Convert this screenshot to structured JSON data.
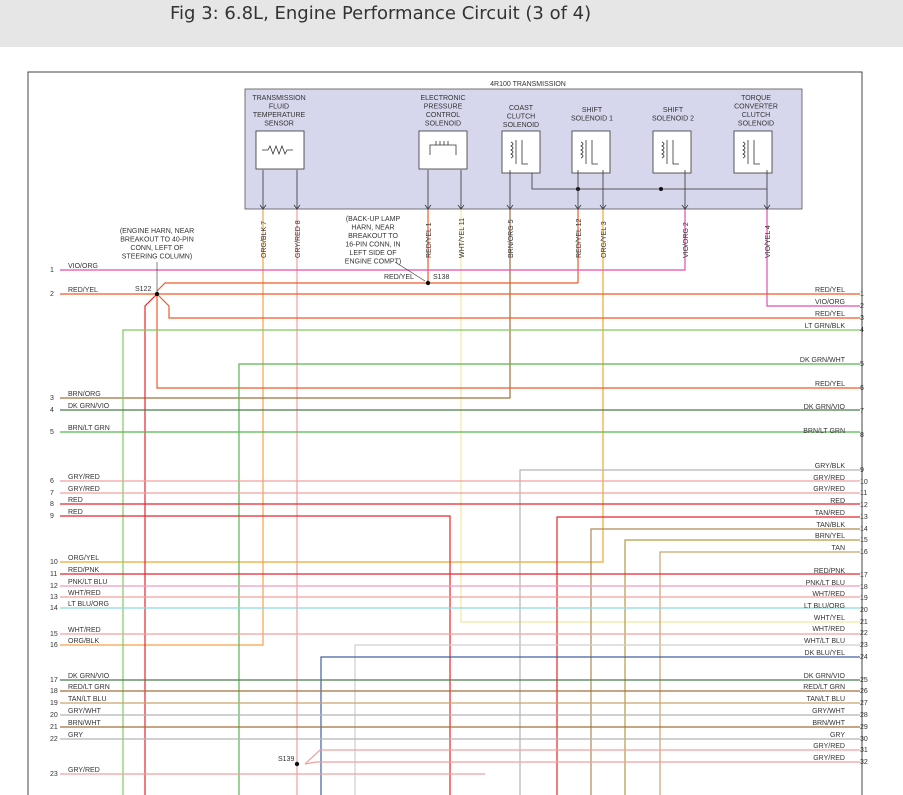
{
  "title": "Fig 3: 6.8L, Engine Performance Circuit (3 of 4)",
  "transmission_label": "4R100 TRANSMISSION",
  "components": [
    {
      "name": "tft-sensor",
      "lines": [
        "TRANSMISSION",
        "FLUID",
        "TEMPERATURE",
        "SENSOR"
      ]
    },
    {
      "name": "epc-solenoid",
      "lines": [
        "ELECTRONIC",
        "PRESSURE",
        "CONTROL",
        "SOLENOID"
      ]
    },
    {
      "name": "coast-clutch-solenoid",
      "lines": [
        "COAST",
        "CLUTCH",
        "SOLENOID"
      ]
    },
    {
      "name": "shift-solenoid-1",
      "lines": [
        "SHIFT",
        "SOLENOID 1"
      ]
    },
    {
      "name": "shift-solenoid-2",
      "lines": [
        "SHIFT",
        "SOLENOID 2"
      ]
    },
    {
      "name": "tcc-solenoid",
      "lines": [
        "TORQUE",
        "CONVERTER",
        "CLUTCH",
        "SOLENOID"
      ]
    }
  ],
  "trans_pins": [
    {
      "label": "ORG/BLK",
      "pin": "7"
    },
    {
      "label": "GRY/RED",
      "pin": "8"
    },
    {
      "label": "RED/YEL",
      "pin": "1"
    },
    {
      "label": "WHT/YEL",
      "pin": "11"
    },
    {
      "label": "BRN/ORG",
      "pin": "5"
    },
    {
      "label": "RED/YEL",
      "pin": "12"
    },
    {
      "label": "ORG/YEL",
      "pin": "3"
    },
    {
      "label": "VIO/ORG",
      "pin": "2"
    },
    {
      "label": "VIO/YEL",
      "pin": "4"
    }
  ],
  "notes": {
    "engine_harness": [
      "(ENGINE HARN, NEAR",
      "BREAKOUT TO 40-PIN",
      "CONN, LEFT OF",
      "STEERING COLUMN)"
    ],
    "backup_lamp": [
      "(BACK-UP LAMP",
      "HARN, NEAR",
      "BREAKOUT TO",
      "16-PIN CONN, IN",
      "LEFT SIDE OF",
      "ENGINE COMPT)"
    ]
  },
  "splices": {
    "s122": "S122",
    "s138": "S138",
    "s139": "S139",
    "s138_wire": "RED/YEL"
  },
  "left_rows": [
    {
      "pin": "1",
      "label": "VIO/ORG"
    },
    {
      "pin": "2",
      "label": "RED/YEL"
    },
    {
      "pin": "3",
      "label": "BRN/ORG"
    },
    {
      "pin": "4",
      "label": "DK GRN/VIO"
    },
    {
      "pin": "5",
      "label": "BRN/LT GRN"
    },
    {
      "pin": "6",
      "label": "GRY/RED"
    },
    {
      "pin": "7",
      "label": "GRY/RED"
    },
    {
      "pin": "8",
      "label": "RED"
    },
    {
      "pin": "9",
      "label": "RED"
    },
    {
      "pin": "10",
      "label": "ORG/YEL"
    },
    {
      "pin": "11",
      "label": "RED/PNK"
    },
    {
      "pin": "12",
      "label": "PNK/LT BLU"
    },
    {
      "pin": "13",
      "label": "WHT/RED"
    },
    {
      "pin": "14",
      "label": "LT BLU/ORG"
    },
    {
      "pin": "15",
      "label": "WHT/RED"
    },
    {
      "pin": "16",
      "label": "ORG/BLK"
    },
    {
      "pin": "17",
      "label": "DK GRN/VIO"
    },
    {
      "pin": "18",
      "label": "RED/LT GRN"
    },
    {
      "pin": "19",
      "label": "TAN/LT BLU"
    },
    {
      "pin": "20",
      "label": "GRY/WHT"
    },
    {
      "pin": "21",
      "label": "BRN/WHT"
    },
    {
      "pin": "22",
      "label": "GRY"
    },
    {
      "pin": "23",
      "label": "GRY/RED"
    }
  ],
  "right_rows": [
    {
      "pin": "1",
      "label": "RED/YEL"
    },
    {
      "pin": "2",
      "label": "VIO/ORG"
    },
    {
      "pin": "3",
      "label": "RED/YEL"
    },
    {
      "pin": "4",
      "label": "LT GRN/BLK"
    },
    {
      "pin": "5",
      "label": "DK GRN/WHT"
    },
    {
      "pin": "6",
      "label": "RED/YEL"
    },
    {
      "pin": "7",
      "label": "DK GRN/VIO"
    },
    {
      "pin": "8",
      "label": "BRN/LT GRN"
    },
    {
      "pin": "9",
      "label": "GRY/BLK"
    },
    {
      "pin": "10",
      "label": "GRY/RED"
    },
    {
      "pin": "11",
      "label": "GRY/RED"
    },
    {
      "pin": "12",
      "label": "RED"
    },
    {
      "pin": "13",
      "label": "TAN/RED"
    },
    {
      "pin": "14",
      "label": "TAN/BLK"
    },
    {
      "pin": "15",
      "label": "BRN/YEL"
    },
    {
      "pin": "16",
      "label": "TAN"
    },
    {
      "pin": "17",
      "label": "RED/PNK"
    },
    {
      "pin": "18",
      "label": "PNK/LT BLU"
    },
    {
      "pin": "19",
      "label": "WHT/RED"
    },
    {
      "pin": "20",
      "label": "LT BLU/ORG"
    },
    {
      "pin": "21",
      "label": "WHT/YEL"
    },
    {
      "pin": "22",
      "label": "WHT/RED"
    },
    {
      "pin": "23",
      "label": "WHT/LT BLU"
    },
    {
      "pin": "24",
      "label": "DK BLU/YEL"
    },
    {
      "pin": "25",
      "label": "DK GRN/VIO"
    },
    {
      "pin": "26",
      "label": "RED/LT GRN"
    },
    {
      "pin": "27",
      "label": "TAN/LT BLU"
    },
    {
      "pin": "28",
      "label": "GRY/WHT"
    },
    {
      "pin": "29",
      "label": "BRN/WHT"
    },
    {
      "pin": "30",
      "label": "GRY"
    },
    {
      "pin": "31",
      "label": "GRY/RED"
    },
    {
      "pin": "32",
      "label": "GRY/RED"
    }
  ]
}
